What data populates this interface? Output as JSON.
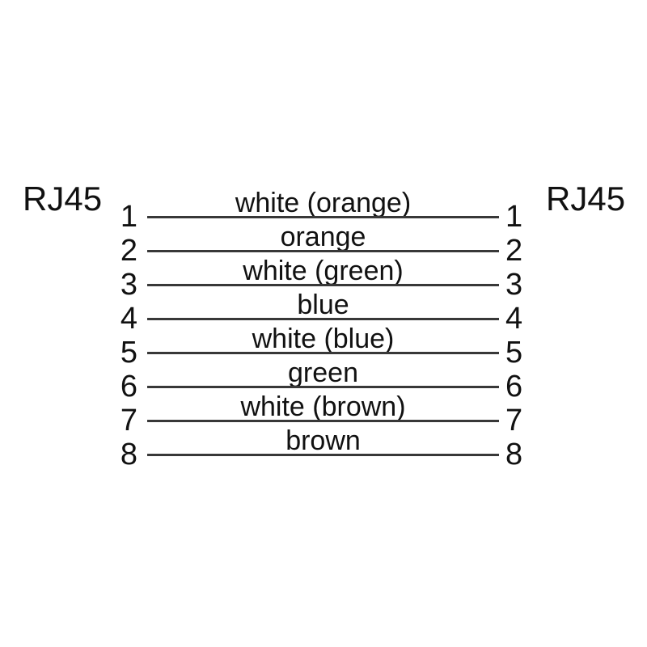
{
  "diagram": {
    "type": "rj45-straight-through-pinout",
    "connector_left": "RJ45",
    "connector_right": "RJ45",
    "wires": [
      {
        "pin_left": "1",
        "pin_right": "1",
        "label": "white (orange)"
      },
      {
        "pin_left": "2",
        "pin_right": "2",
        "label": "orange"
      },
      {
        "pin_left": "3",
        "pin_right": "3",
        "label": "white (green)"
      },
      {
        "pin_left": "4",
        "pin_right": "4",
        "label": "blue"
      },
      {
        "pin_left": "5",
        "pin_right": "5",
        "label": "white (blue)"
      },
      {
        "pin_left": "6",
        "pin_right": "6",
        "label": "green"
      },
      {
        "pin_left": "7",
        "pin_right": "7",
        "label": "white (brown)"
      },
      {
        "pin_left": "8",
        "pin_right": "8",
        "label": "brown"
      }
    ],
    "colors": {
      "background": "#ffffff",
      "text": "#111111",
      "line": "#383838"
    }
  }
}
